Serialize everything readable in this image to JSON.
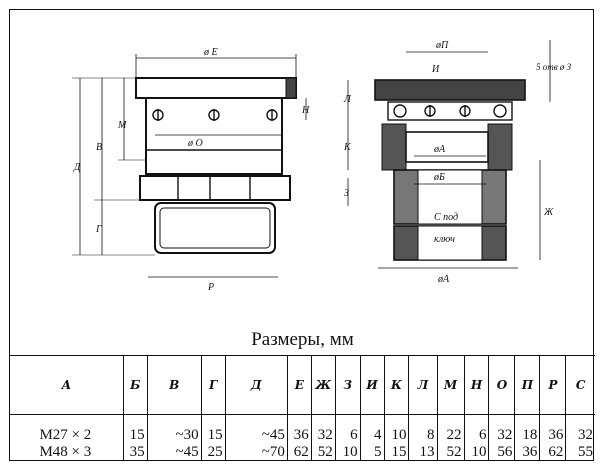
{
  "drawing": {
    "labels_left": {
      "dia_E": "ø E",
      "dia_O": "ø O",
      "M": "M",
      "V": "В",
      "D": "Д",
      "G": "Г",
      "N": "Н",
      "R": "Р"
    },
    "labels_right": {
      "dia_P": "øП",
      "I": "И",
      "L": "Л",
      "S": "5 отв ø З",
      "K": "К",
      "dia_A_top": "øА",
      "dia_B": "øБ",
      "Z": "З",
      "Zh": "Ж",
      "C": "С под",
      "key": "ключ",
      "dia_A_bottom": "øА"
    }
  },
  "caption": "Размеры,  мм",
  "table": {
    "headers": [
      "А",
      "Б",
      "В",
      "Г",
      "Д",
      "Е",
      "Ж",
      "З",
      "И",
      "К",
      "Л",
      "М",
      "Н",
      "О",
      "П",
      "Р",
      "С"
    ],
    "rows": [
      [
        "М27 × 2",
        "15",
        "~30",
        "15",
        "~45",
        "36",
        "32",
        "6",
        "4",
        "10",
        "8",
        "22",
        "6",
        "32",
        "18",
        "36",
        "32"
      ],
      [
        "М48 × 3",
        "35",
        "~45",
        "25",
        "~70",
        "62",
        "52",
        "10",
        "5",
        "15",
        "13",
        "52",
        "10",
        "56",
        "36",
        "62",
        "55"
      ]
    ]
  }
}
